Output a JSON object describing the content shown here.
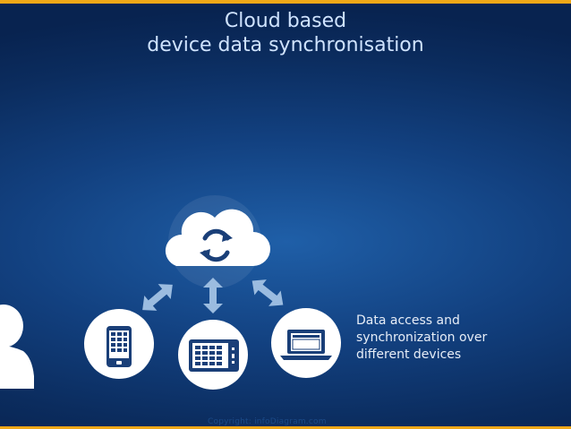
{
  "title": {
    "line1": "Cloud based",
    "line2": "device data synchronisation"
  },
  "caption": {
    "line1": "Data access and",
    "line2": "synchronization over",
    "line3": "different devices"
  },
  "copyright": "Copyright: infoDiagram.com",
  "colors": {
    "accent_bar": "#f0a818",
    "icon_fill": "#ffffff",
    "icon_dark": "#1a3f78",
    "arrow": "#9bbce0"
  },
  "icons": [
    "cloud-sync-icon",
    "arrow-bidirectional-icon",
    "smartphone-icon",
    "tablet-icon",
    "laptop-icon",
    "person-icon"
  ]
}
